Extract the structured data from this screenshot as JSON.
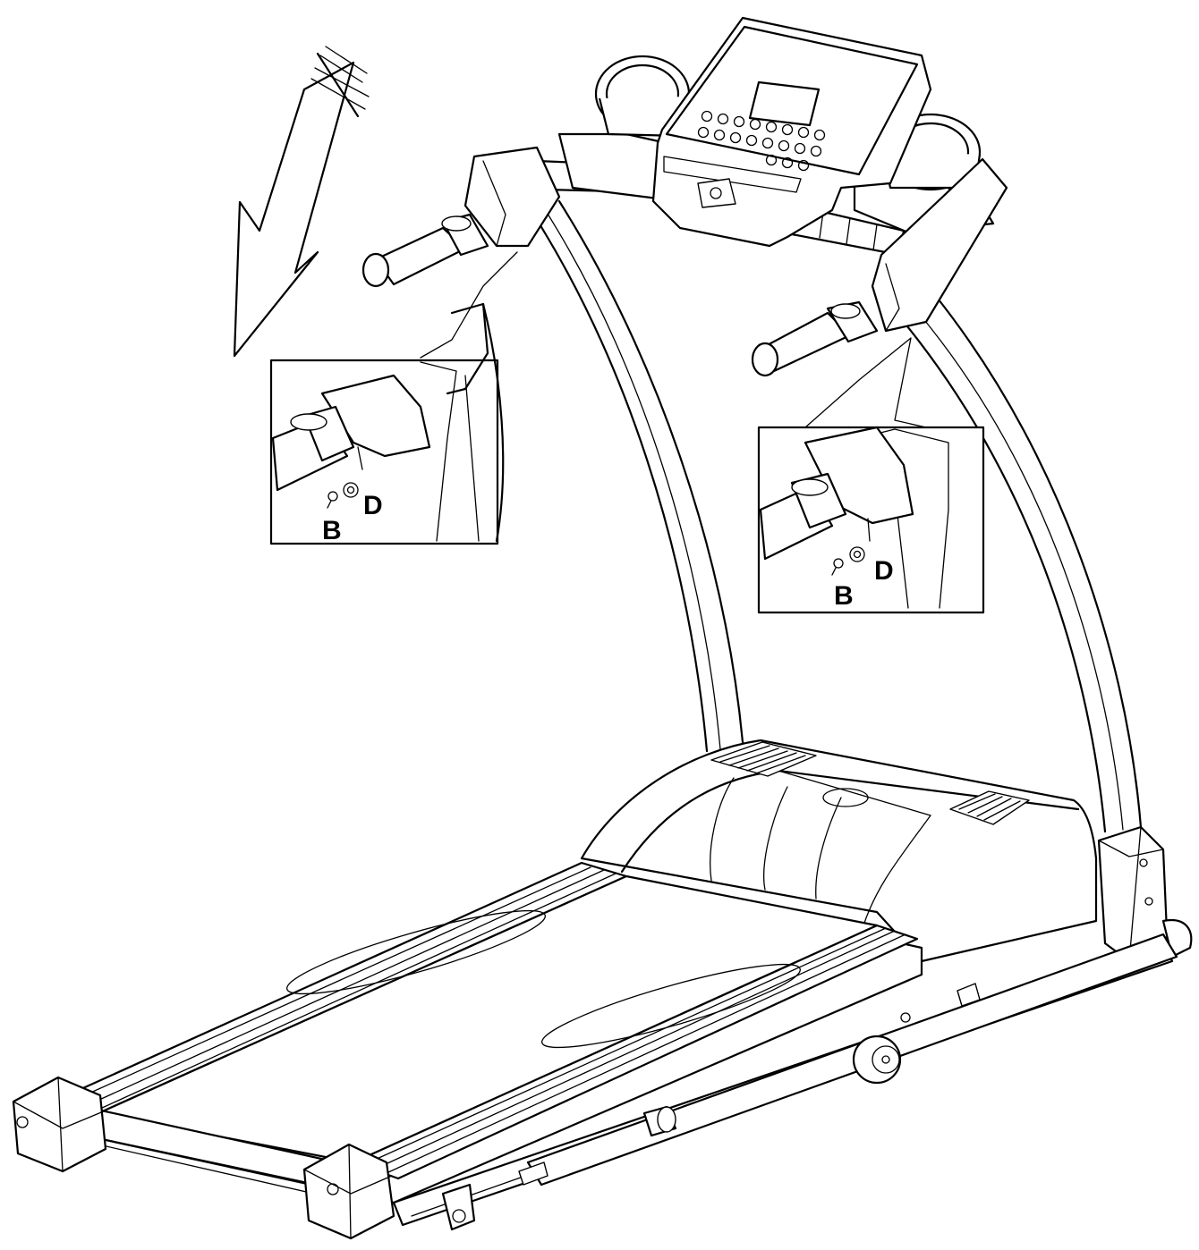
{
  "callouts": {
    "left": {
      "screw_label": "B",
      "washer_label": "D"
    },
    "right": {
      "screw_label": "B",
      "washer_label": "D"
    }
  },
  "colors": {
    "line": "#000000",
    "background": "#ffffff"
  },
  "icons": {
    "direction_arrow": "arrow-down-left-icon"
  }
}
